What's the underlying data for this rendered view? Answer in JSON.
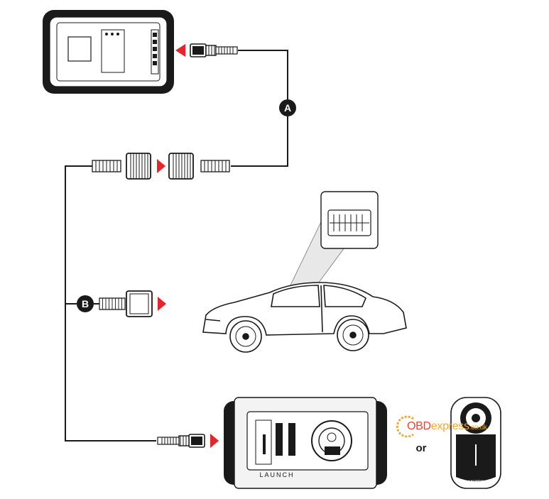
{
  "diagram": {
    "labels": {
      "cable_a": "A",
      "cable_b": "B",
      "or": "or"
    },
    "devices": {
      "programmer_brand": "LAUNCH",
      "key_reader_brand": "LAUNCH"
    },
    "watermark": {
      "part1": "OBD",
      "part2": "express",
      "part3": ".co.uk"
    },
    "colors": {
      "arrow": "#e4252b",
      "line": "#1a1a1a",
      "device_fill": "#f3f3f3"
    }
  }
}
